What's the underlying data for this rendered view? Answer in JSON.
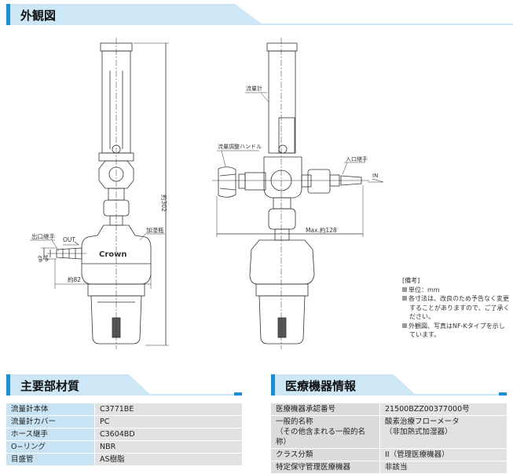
{
  "sections": {
    "appearance": "外観図",
    "materials": "主要部材質",
    "device_info": "医療機器情報"
  },
  "drawing": {
    "left": {
      "outlet": "出口継手",
      "out": "OUT",
      "humidifier": "加湿瓶",
      "width": "約82",
      "height": "約302",
      "phi9": "φ9",
      "phi6": "φ6",
      "brand": "Crown"
    },
    "right": {
      "flowmeter": "流量計",
      "handle": "流量調整ハンドル",
      "inlet": "入口継手",
      "in": "IN",
      "max_width": "Max.約128"
    }
  },
  "notes": {
    "title": "[備考]",
    "items": [
      "単位：mm",
      "各寸法は、改良のため予告なく変更することがありますので、ご了承ください。",
      "外観図、写真はNF-Kタイプを示しています。"
    ]
  },
  "materials": [
    {
      "k": "流量計本体",
      "v": "C3771BE"
    },
    {
      "k": "流量計カバー",
      "v": "PC"
    },
    {
      "k": "ホース継手",
      "v": "C3604BD"
    },
    {
      "k": "O−リング",
      "v": "NBR"
    },
    {
      "k": "目盛管",
      "v": "AS樹脂"
    }
  ],
  "device_info": [
    {
      "k": "医療機器承認番号",
      "v": "21500BZZ00377000号"
    },
    {
      "k": "一般的名称",
      "k2": "（その他含まれる一般的名称）",
      "v": "酸素治療フローメータ",
      "v2": "（非加熱式加湿器）"
    },
    {
      "k": "クラス分類",
      "v": "II（管理医療機器）"
    },
    {
      "k": "特定保守管理医療機器",
      "v": "非該当"
    }
  ]
}
